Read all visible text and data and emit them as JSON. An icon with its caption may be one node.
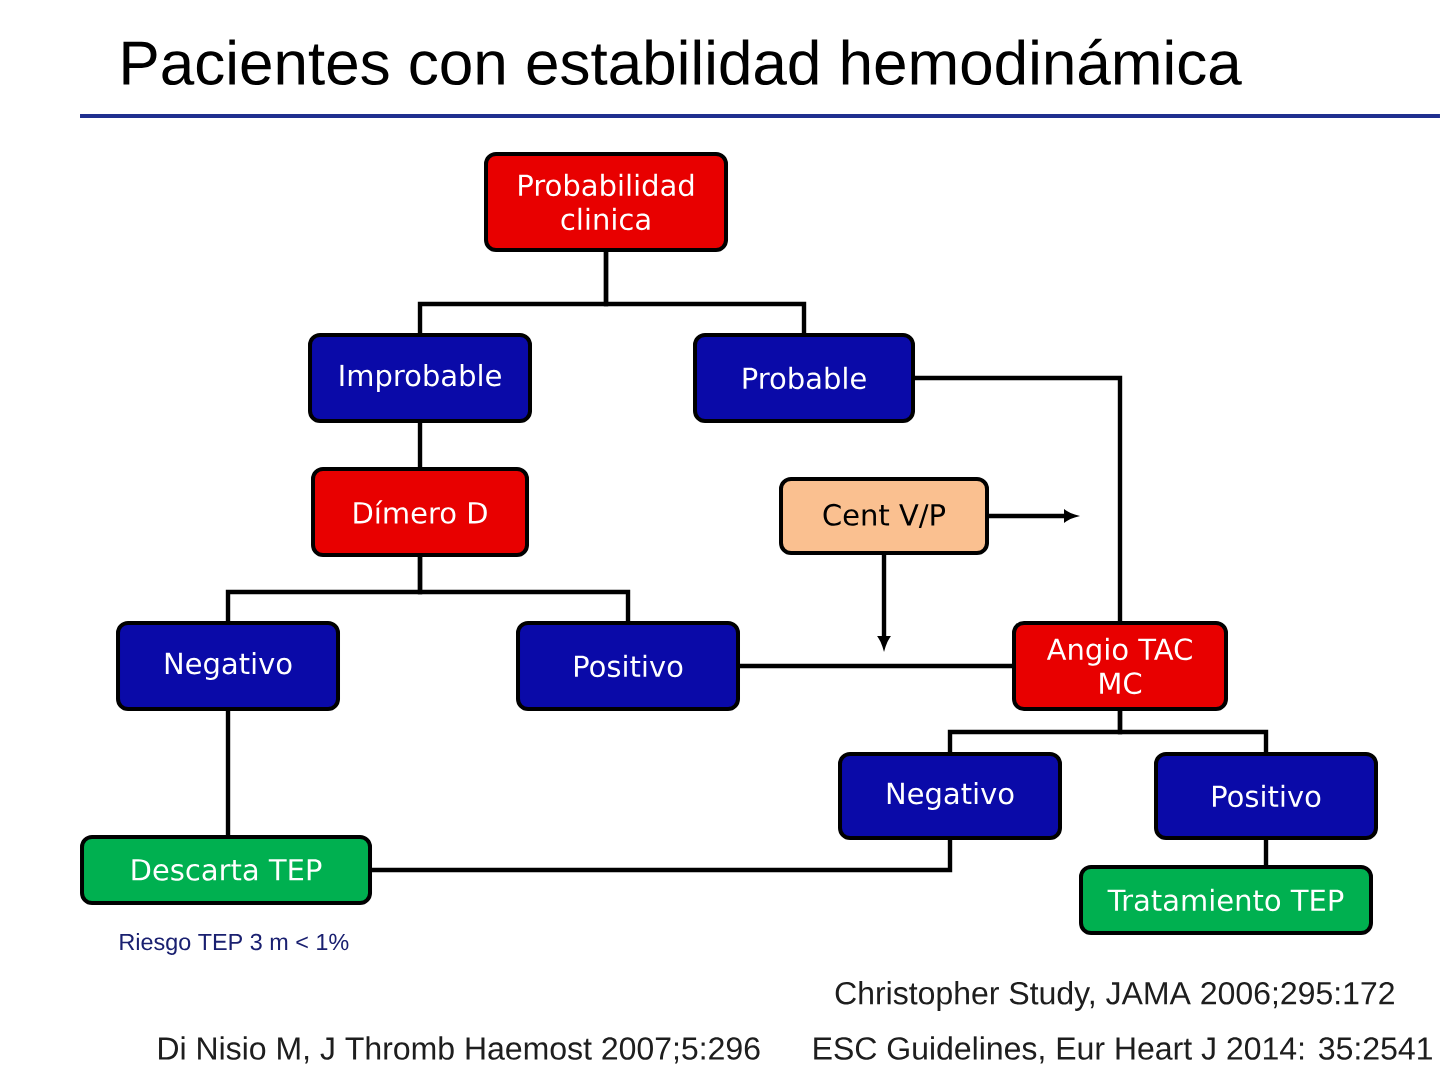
{
  "diagram": {
    "title": "Pacientes con estabilidad hemodinámica",
    "nodes": [
      {
        "text": [
          "Probabilidad clinica"
        ]
      },
      {
        "text": [
          "Improbable"
        ]
      },
      {
        "text": [
          "Probable"
        ]
      },
      {
        "text": [
          "Dímero D"
        ]
      },
      {
        "text": [
          "Cent V/P"
        ]
      },
      {
        "text": [
          "Negativo"
        ]
      },
      {
        "text": [
          "Positivo"
        ]
      },
      {
        "text": [
          "Angio TAC MC"
        ]
      },
      {
        "text": [
          "Negativo"
        ]
      },
      {
        "text": [
          "Positivo"
        ]
      },
      {
        "text": [
          "Descarta TEP"
        ],
        "beside": [
          "Riesgo TEP 3 m < 1%"
        ]
      },
      {
        "text": [
          "Tratamiento TEP"
        ]
      }
    ],
    "edges": [
      {
        "from": 0,
        "to": 1,
        "arrow": "none"
      },
      {
        "from": 0,
        "to": 2,
        "arrow": "none"
      },
      {
        "from": 1,
        "to": 3,
        "arrow": "none"
      },
      {
        "from": 2,
        "to": 7,
        "arrow": "none"
      },
      {
        "from": 3,
        "to": 5,
        "arrow": "none"
      },
      {
        "from": 3,
        "to": 6,
        "arrow": "none"
      },
      {
        "from": 6,
        "to": 7,
        "arrow": "none"
      },
      {
        "from": 4,
        "to": null,
        "arrow": "to"
      },
      {
        "from": 4,
        "to": null,
        "arrow": "to"
      },
      {
        "from": 7,
        "to": 8,
        "arrow": "none"
      },
      {
        "from": 7,
        "to": 9,
        "arrow": "none"
      },
      {
        "from": 5,
        "to": 10,
        "arrow": "none"
      },
      {
        "from": 8,
        "to": 10,
        "arrow": "none"
      },
      {
        "from": 9,
        "to": 11,
        "arrow": "none"
      }
    ],
    "labels": [
      "Christopher Study, JAMA 2006;295:172",
      "Di Nisio M, J Thromb Haemost 2007;5:296",
      "ESC Guidelines, Eur Heart J 2014: 35:2541"
    ]
  }
}
